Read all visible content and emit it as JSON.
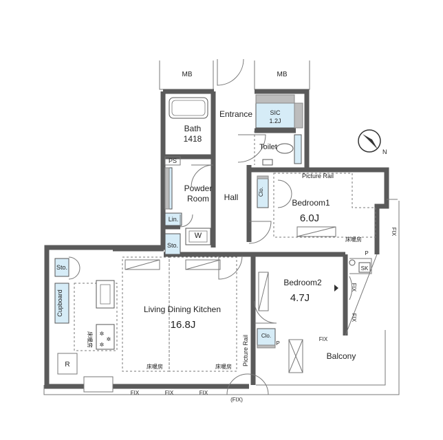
{
  "labels": {
    "mb_left": "MB",
    "mb_right": "MB",
    "entrance": "Entrance",
    "sic": "SIC",
    "sic_size": "1.2J",
    "bath": "Bath",
    "bath_size": "1418",
    "toilet": "Toilet",
    "ps": "PS",
    "powder1": "Powder",
    "powder2": "Room",
    "hall": "Hall",
    "lin": "Lin.",
    "sto_small": "Sto.",
    "w": "W",
    "picture_rail_top": "Picture Rail",
    "clo_bedroom1": "Clo.",
    "bedroom1": "Bedroom1",
    "bedroom1_size": "6.0J",
    "floor_heating_b1": "床暖房",
    "fix_right": "FIX",
    "sto_left": "Sto.",
    "cupboard": "Cupboard",
    "floor_heating_kitchen": "床暖房",
    "ldk": "Living Dining Kitchen",
    "ldk_size": "16.8J",
    "floor_heating_ldk1": "床暖房",
    "floor_heating_ldk2": "床暖房",
    "r": "R",
    "p_top": "P",
    "sk": "SK",
    "bedroom2": "Bedroom2",
    "bedroom2_size": "4.7J",
    "fix_b2_1": "FIX",
    "fix_b2_2": "FIX",
    "fix_b2_bottom": "FIX",
    "picture_rail_left": "Picture Rail",
    "clo_bedroom2": "Clo.",
    "p_bottom": "P",
    "balcony": "Balcony",
    "fix_bottom_1": "FIX",
    "fix_bottom_2": "FIX",
    "fix_bottom_3": "FIX",
    "fix_bottom_paren": "(FIX)",
    "north": "N"
  }
}
